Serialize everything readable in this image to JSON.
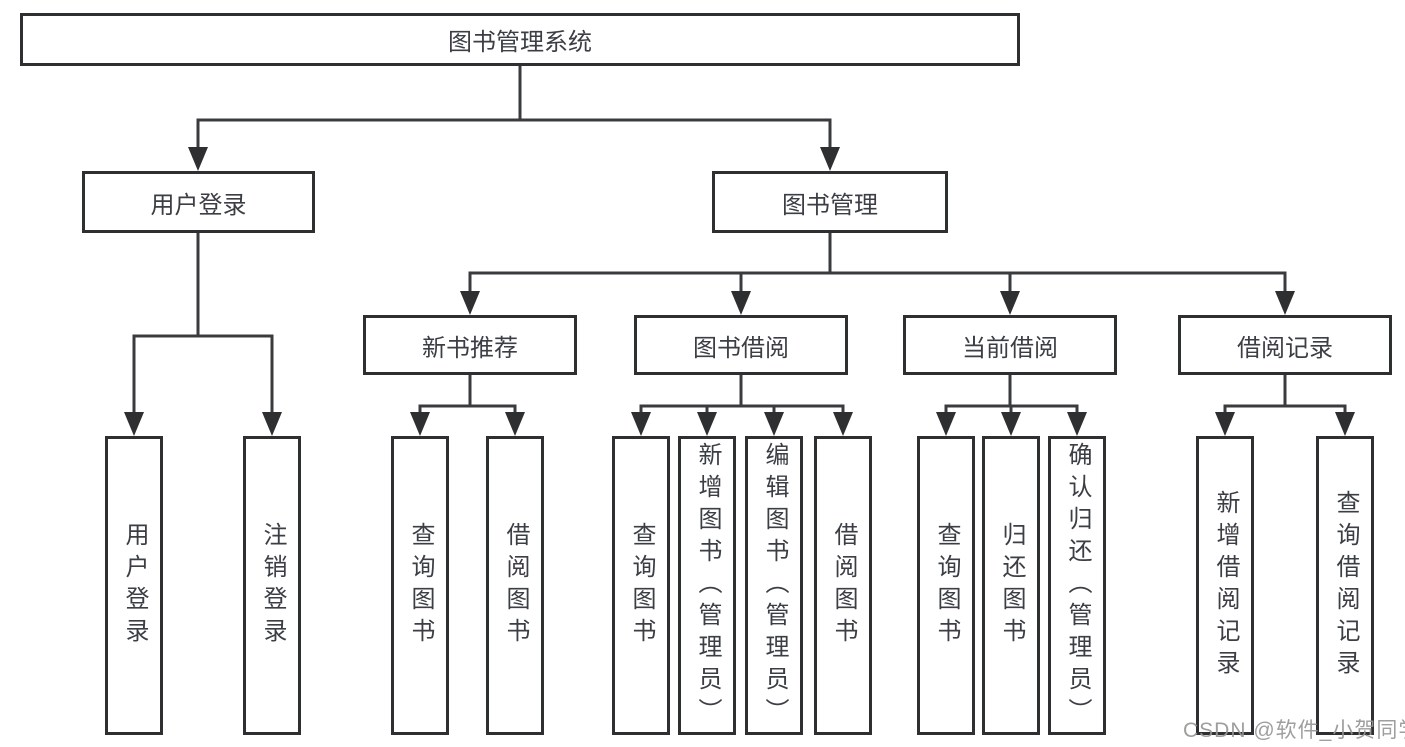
{
  "tree": {
    "root": "图书管理系统",
    "children": [
      {
        "label": "用户登录",
        "leaves": [
          "用户登录",
          "注销登录"
        ]
      },
      {
        "label": "图书管理",
        "children": [
          {
            "label": "新书推荐",
            "leaves": [
              "查询图书",
              "借阅图书"
            ]
          },
          {
            "label": "图书借阅",
            "leaves": [
              "查询图书",
              "新增图书（管理员）",
              "编辑图书（管理员）",
              "借阅图书"
            ]
          },
          {
            "label": "当前借阅",
            "leaves": [
              "查询图书",
              "归还图书",
              "确认归还（管理员）"
            ]
          },
          {
            "label": "借阅记录",
            "leaves": [
              "新增借阅记录",
              "查询借阅记录"
            ]
          }
        ]
      }
    ]
  },
  "watermark": {
    "text": "CSDN @软件_小贺同学"
  },
  "colors": {
    "box_border": "#2e2f31",
    "line": "#3a3b3d",
    "text": "#3b3e44",
    "watermark": "#969696",
    "background": "#ffffff"
  }
}
